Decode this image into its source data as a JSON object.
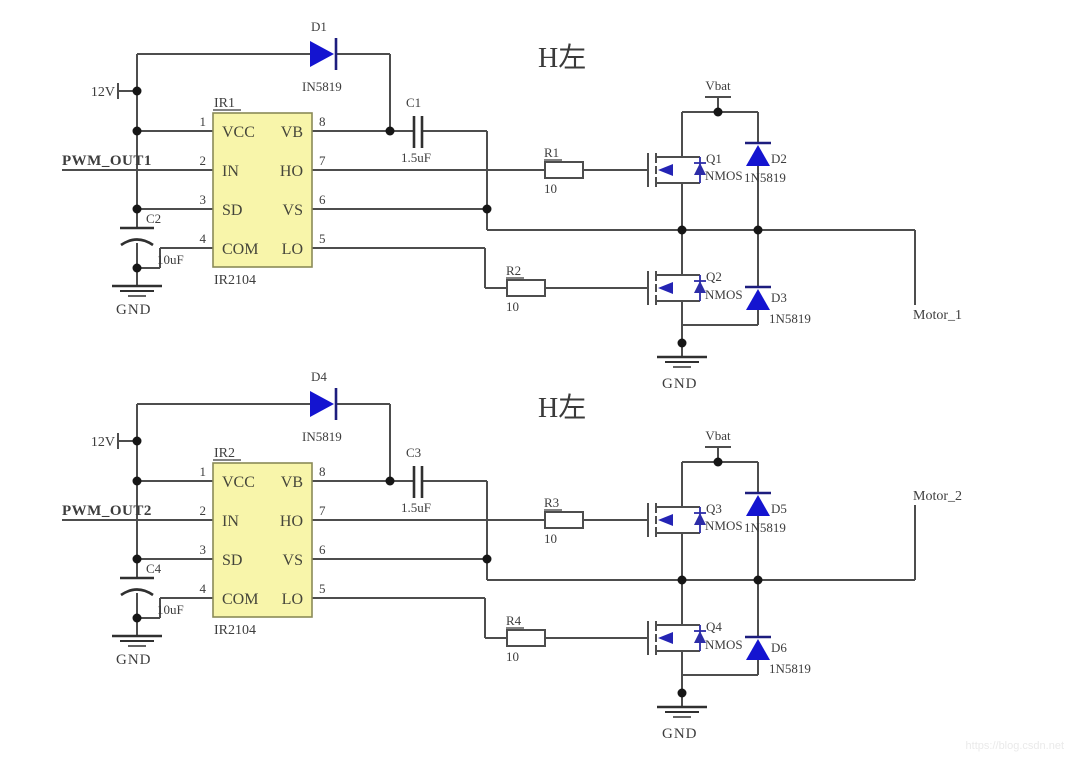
{
  "watermark": "https://blog.csdn.net",
  "colors": {
    "diode_blue": "#1414d0",
    "ic_yellow": "#f8f5aa",
    "wire_gray": "#4d4d4d"
  },
  "circuits": [
    {
      "title": "H左",
      "supply": "12V",
      "pwm": "PWM_OUT1",
      "gnd": "GND",
      "vbat": "Vbat",
      "bridge_gnd": "GND",
      "motor": "Motor_1",
      "ic": {
        "designator": "IR1",
        "part": "IR2104",
        "pins_left": [
          {
            "num": "1",
            "name": "VCC"
          },
          {
            "num": "2",
            "name": "IN"
          },
          {
            "num": "3",
            "name": "SD"
          },
          {
            "num": "4",
            "name": "COM"
          }
        ],
        "pins_right": [
          {
            "num": "8",
            "name": "VB"
          },
          {
            "num": "7",
            "name": "HO"
          },
          {
            "num": "6",
            "name": "VS"
          },
          {
            "num": "5",
            "name": "LO"
          }
        ]
      },
      "boot_diode": {
        "designator": "D1",
        "part": "IN5819"
      },
      "boot_cap": {
        "designator": "C1",
        "value": "1.5uF"
      },
      "bypass_cap": {
        "designator": "C2",
        "value": "10uF"
      },
      "r_high": {
        "designator": "R1",
        "value": "10"
      },
      "r_low": {
        "designator": "R2",
        "value": "10"
      },
      "q_high": {
        "designator": "Q1",
        "type": "NMOS"
      },
      "q_low": {
        "designator": "Q2",
        "type": "NMOS"
      },
      "d_high": {
        "designator": "D2",
        "part": "1N5819"
      },
      "d_low": {
        "designator": "D3",
        "part": "1N5819"
      }
    },
    {
      "title": "H左",
      "supply": "12V",
      "pwm": "PWM_OUT2",
      "gnd": "GND",
      "vbat": "Vbat",
      "bridge_gnd": "GND",
      "motor": "Motor_2",
      "ic": {
        "designator": "IR2",
        "part": "IR2104",
        "pins_left": [
          {
            "num": "1",
            "name": "VCC"
          },
          {
            "num": "2",
            "name": "IN"
          },
          {
            "num": "3",
            "name": "SD"
          },
          {
            "num": "4",
            "name": "COM"
          }
        ],
        "pins_right": [
          {
            "num": "8",
            "name": "VB"
          },
          {
            "num": "7",
            "name": "HO"
          },
          {
            "num": "6",
            "name": "VS"
          },
          {
            "num": "5",
            "name": "LO"
          }
        ]
      },
      "boot_diode": {
        "designator": "D4",
        "part": "IN5819"
      },
      "boot_cap": {
        "designator": "C3",
        "value": "1.5uF"
      },
      "bypass_cap": {
        "designator": "C4",
        "value": "10uF"
      },
      "r_high": {
        "designator": "R3",
        "value": "10"
      },
      "r_low": {
        "designator": "R4",
        "value": "10"
      },
      "q_high": {
        "designator": "Q3",
        "type": "NMOS"
      },
      "q_low": {
        "designator": "Q4",
        "type": "NMOS"
      },
      "d_high": {
        "designator": "D5",
        "part": "1N5819"
      },
      "d_low": {
        "designator": "D6",
        "part": "1N5819"
      }
    }
  ]
}
